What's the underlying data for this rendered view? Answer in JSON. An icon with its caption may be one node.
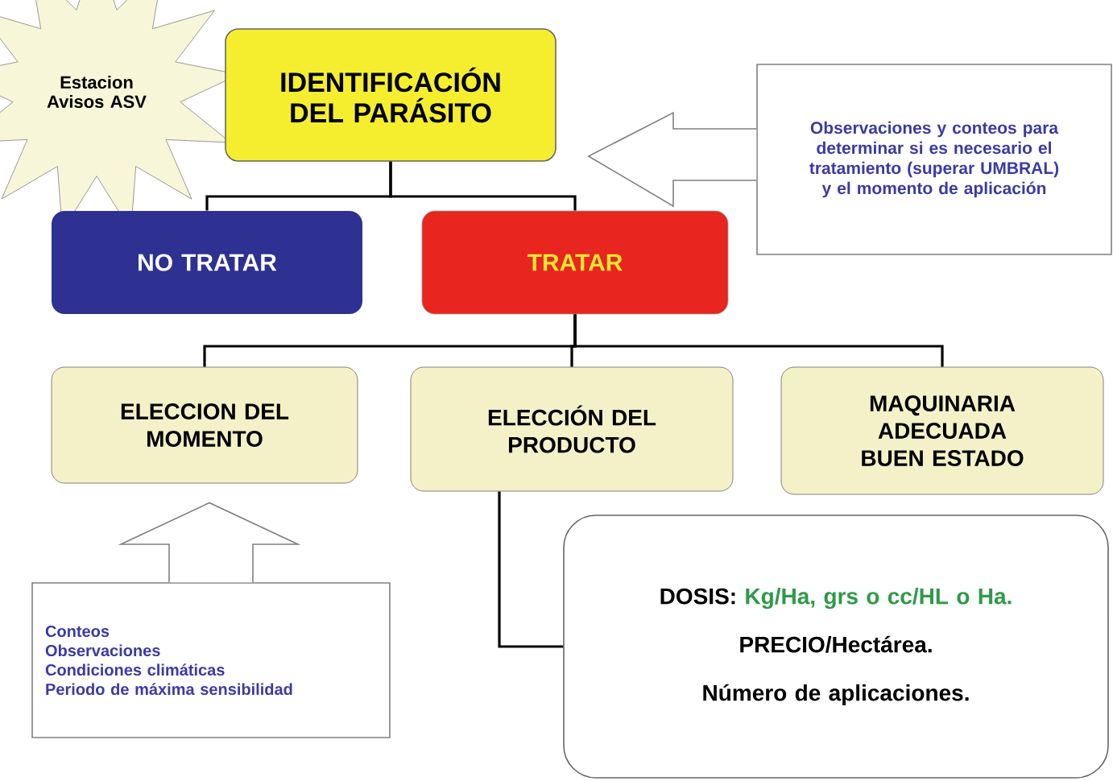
{
  "diagram": {
    "nodes": [
      {
        "text": [
          "Estacion Avisos ASV"
        ]
      },
      {
        "text": [
          "IDENTIFICACIÓN DEL PARÁSITO"
        ]
      },
      {
        "text": [
          "Observaciones y conteos para determinar si es necesario el tratamiento (superar UMBRAL) y el momento de aplicación"
        ]
      },
      {
        "text": [
          "NO TRATAR"
        ]
      },
      {
        "text": [
          "TRATAR"
        ]
      },
      {
        "text": [
          "ELECCION DEL MOMENTO"
        ]
      },
      {
        "text": [
          "ELECCIÓN DEL PRODUCTO"
        ]
      },
      {
        "text": [
          "MAQUINARIA ADECUADA BUEN ESTADO"
        ]
      },
      {
        "text": [
          "Conteos",
          "Observaciones",
          "Condiciones climáticas",
          "Periodo de máxima sensibilidad"
        ]
      },
      {
        "text": [
          "DOSIS:",
          "Kg/Ha, grs o cc/HL o Ha.",
          "PRECIO/Hectárea.",
          "Número de aplicaciones."
        ]
      }
    ],
    "edges": [
      {
        "from": 1,
        "to": 3,
        "arrow": "none"
      },
      {
        "from": 1,
        "to": 4,
        "arrow": "none"
      },
      {
        "from": 2,
        "to": 1,
        "arrow": "to"
      },
      {
        "from": 4,
        "to": 5,
        "arrow": "none"
      },
      {
        "from": 4,
        "to": 6,
        "arrow": "none"
      },
      {
        "from": 4,
        "to": 7,
        "arrow": "none"
      },
      {
        "from": 8,
        "to": 5,
        "arrow": "to"
      },
      {
        "from": 6,
        "to": 9,
        "arrow": "none"
      }
    ]
  }
}
